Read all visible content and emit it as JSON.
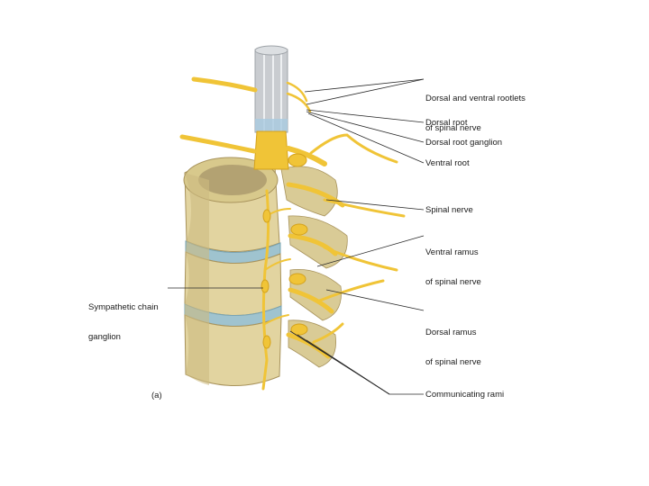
{
  "figure": {
    "panel_letter": "(a)",
    "colors": {
      "bone": "#e6d9a8",
      "bone_shade": "#c9b57a",
      "bone_dark": "#a8935c",
      "disc": "#9fc3cf",
      "nerve": "#f0c437",
      "nerve_dark": "#d4a21c",
      "cord": "#c9ccd0",
      "leader": "#2a2a2a"
    }
  },
  "labels": {
    "roots_line1": "Dorsal and ventral rootlets",
    "roots_line2": "of spinal nerve",
    "dorsal_root": "Dorsal root",
    "dorsal_root_ganglion": "Dorsal root ganglion",
    "ventral_root": "Ventral root",
    "spinal_nerve": "Spinal nerve",
    "ventral_ramus_line1": "Ventral ramus",
    "ventral_ramus_line2": "of spinal nerve",
    "sympathetic_line1": "Sympathetic chain",
    "sympathetic_line2": "ganglion",
    "dorsal_ramus_line1": "Dorsal ramus",
    "dorsal_ramus_line2": "of spinal nerve",
    "communicating_rami": "Communicating rami"
  }
}
